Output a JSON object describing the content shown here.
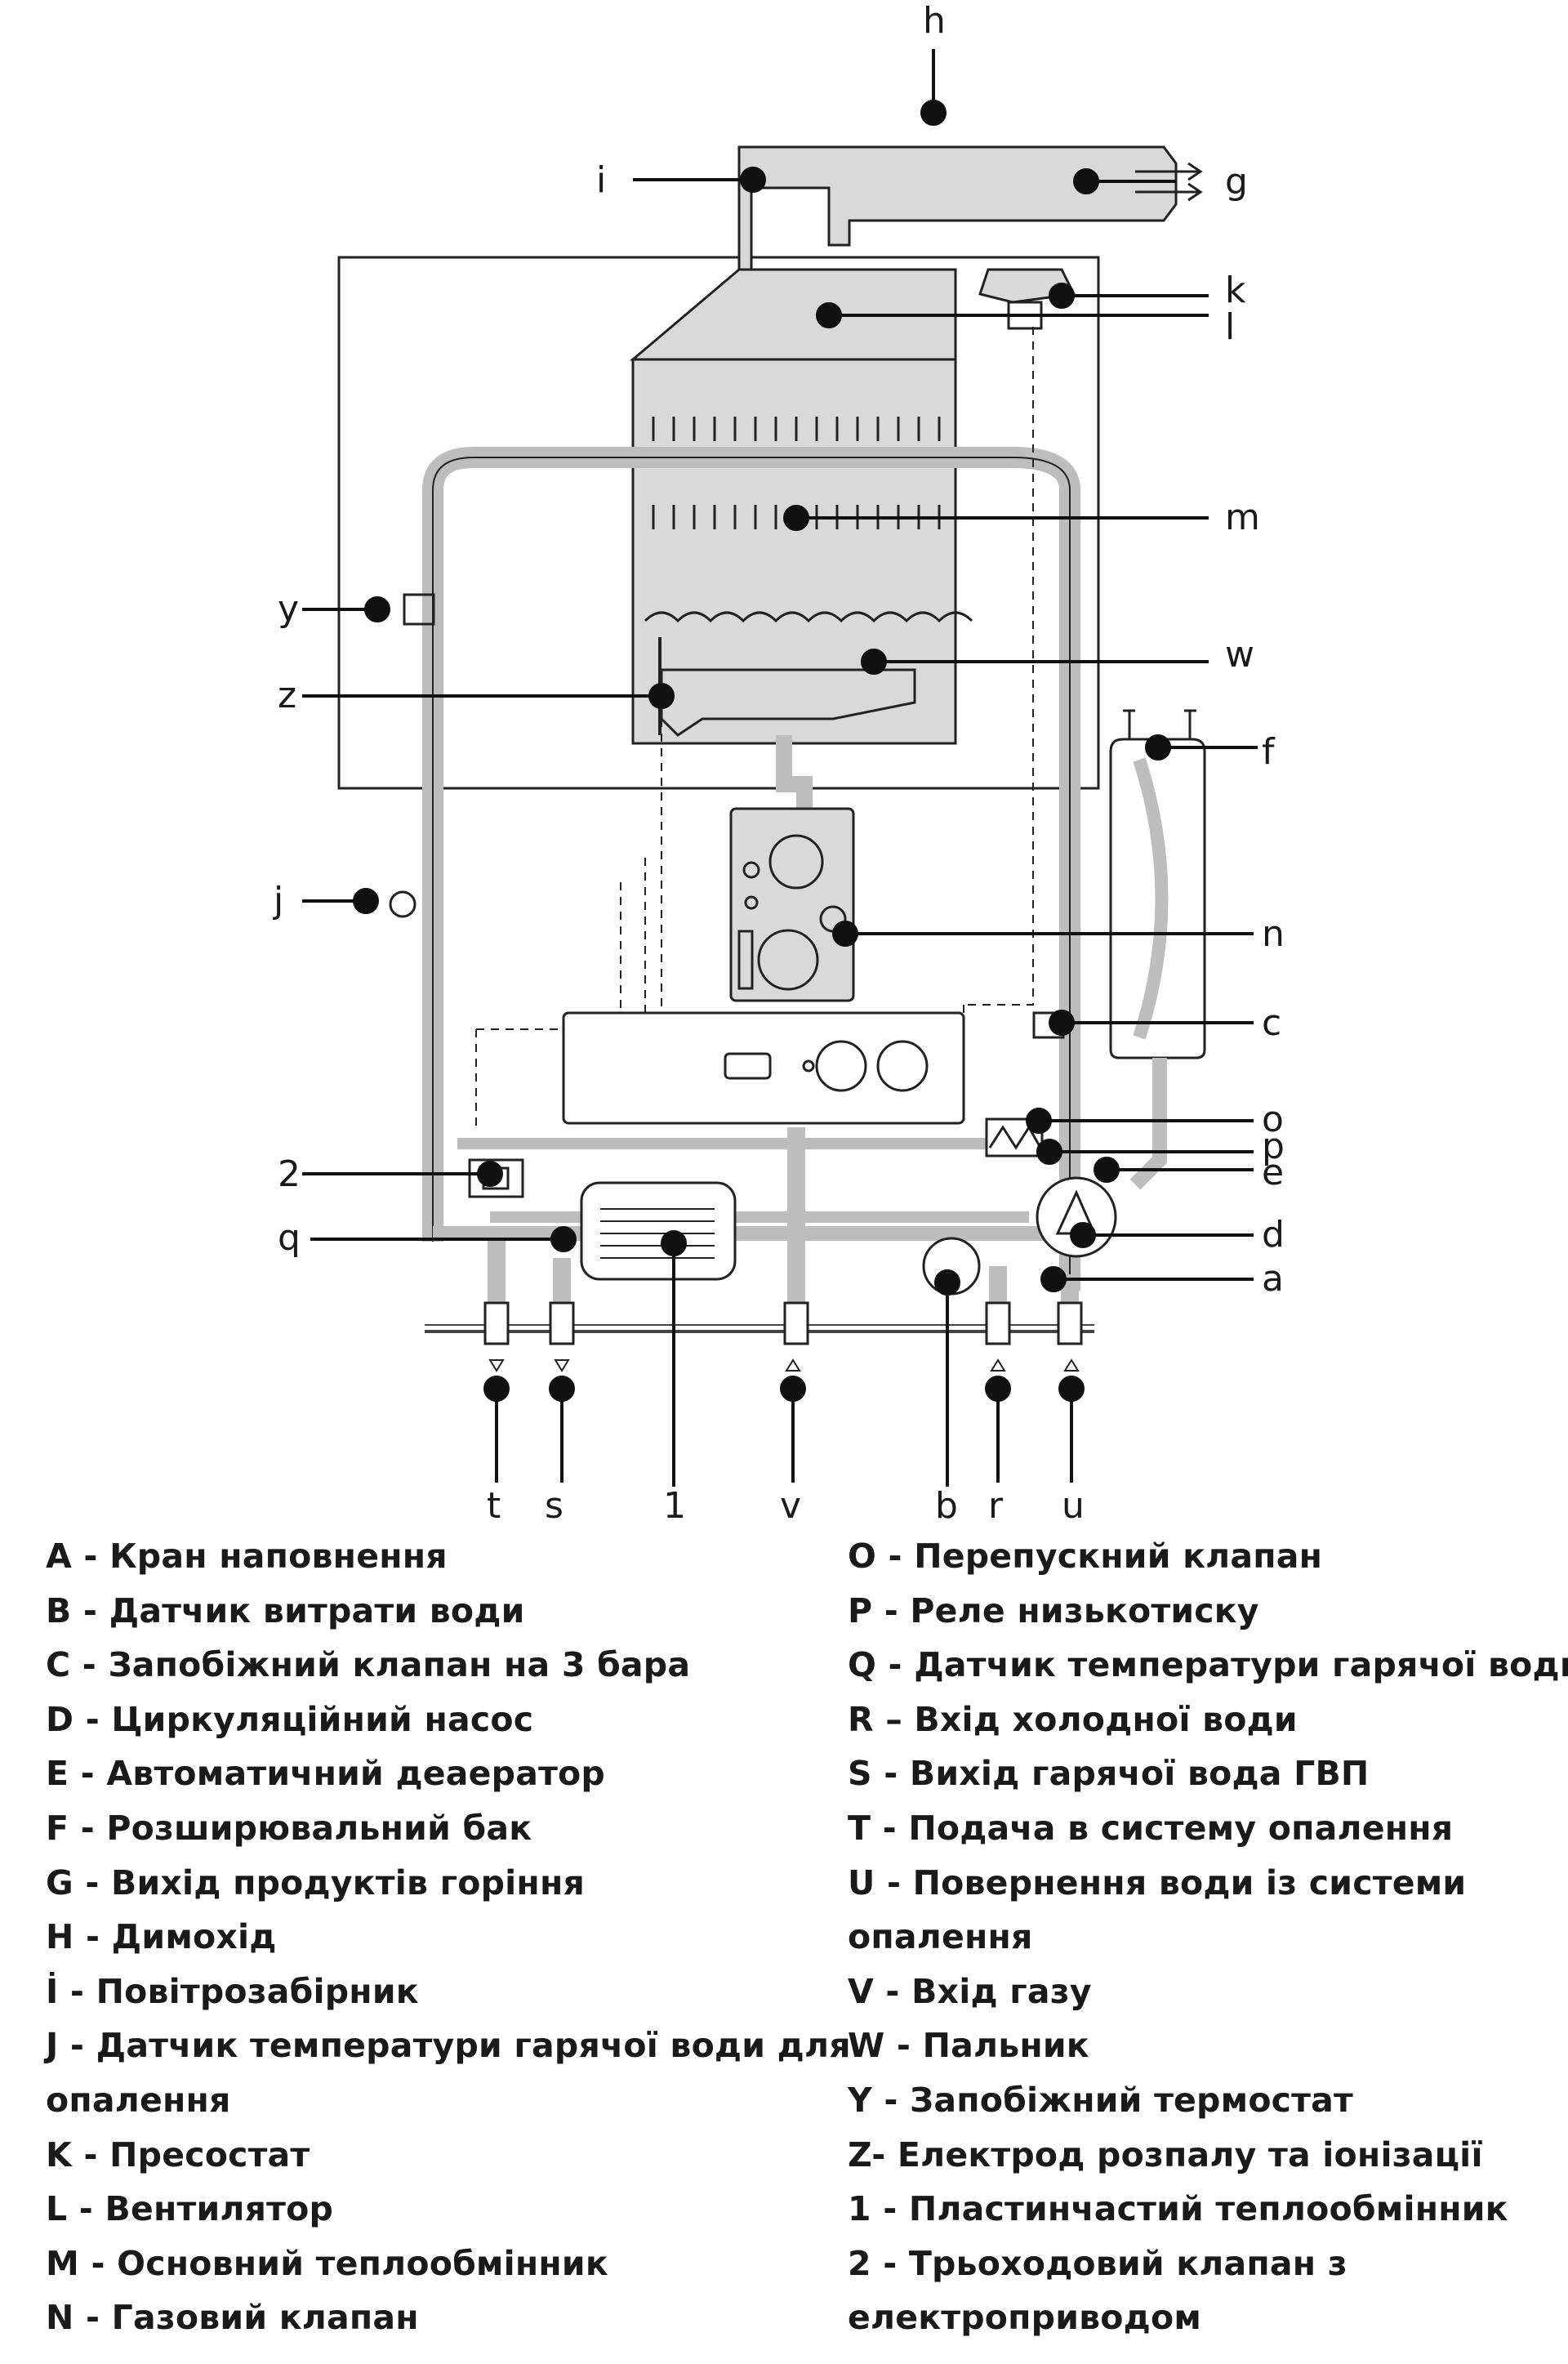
{
  "diagram": {
    "callouts": [
      "h",
      "i",
      "g",
      "k",
      "l",
      "m",
      "y",
      "w",
      "z",
      "f",
      "j",
      "n",
      "c",
      "o",
      "p",
      "e",
      "2",
      "q",
      "d",
      "a",
      "t",
      "s",
      "1",
      "v",
      "b",
      "r",
      "u"
    ]
  },
  "legend": {
    "left": [
      "A - Кран наповнення",
      "B - Датчик витрати води",
      "C - Запобіжний клапан на 3 бара",
      "D - Циркуляційний насос",
      "E - Автоматичний деаератор",
      "F - Розширювальний бак",
      "G - Вихід продуктів горіння",
      "H - Димохід",
      "İ - Повітрозабірник",
      "J - Датчик температури гарячої води для",
      "опалення",
      "K - Пресостат",
      "L - Вентилятор",
      "M - Основний теплообмінник",
      "N - Газовий клапан"
    ],
    "right": [
      "O - Перепускний клапан",
      "P - Реле низькотиску",
      "Q - Датчик температури гарячої води",
      "R – Вхід холодної води",
      "S - Вихід гарячої вода ГВП",
      "T - Подача в систему опалення",
      "U - Повернення води із системи",
      "опалення",
      "V - Вхід газу",
      "W - Пальник",
      "Y - Запобіжний термостат",
      "Z- Електрод розпалу та іонізації",
      "1 - Пластинчастий теплообмінник",
      "2 - Трьоходовий клапан з",
      "електроприводом"
    ]
  }
}
